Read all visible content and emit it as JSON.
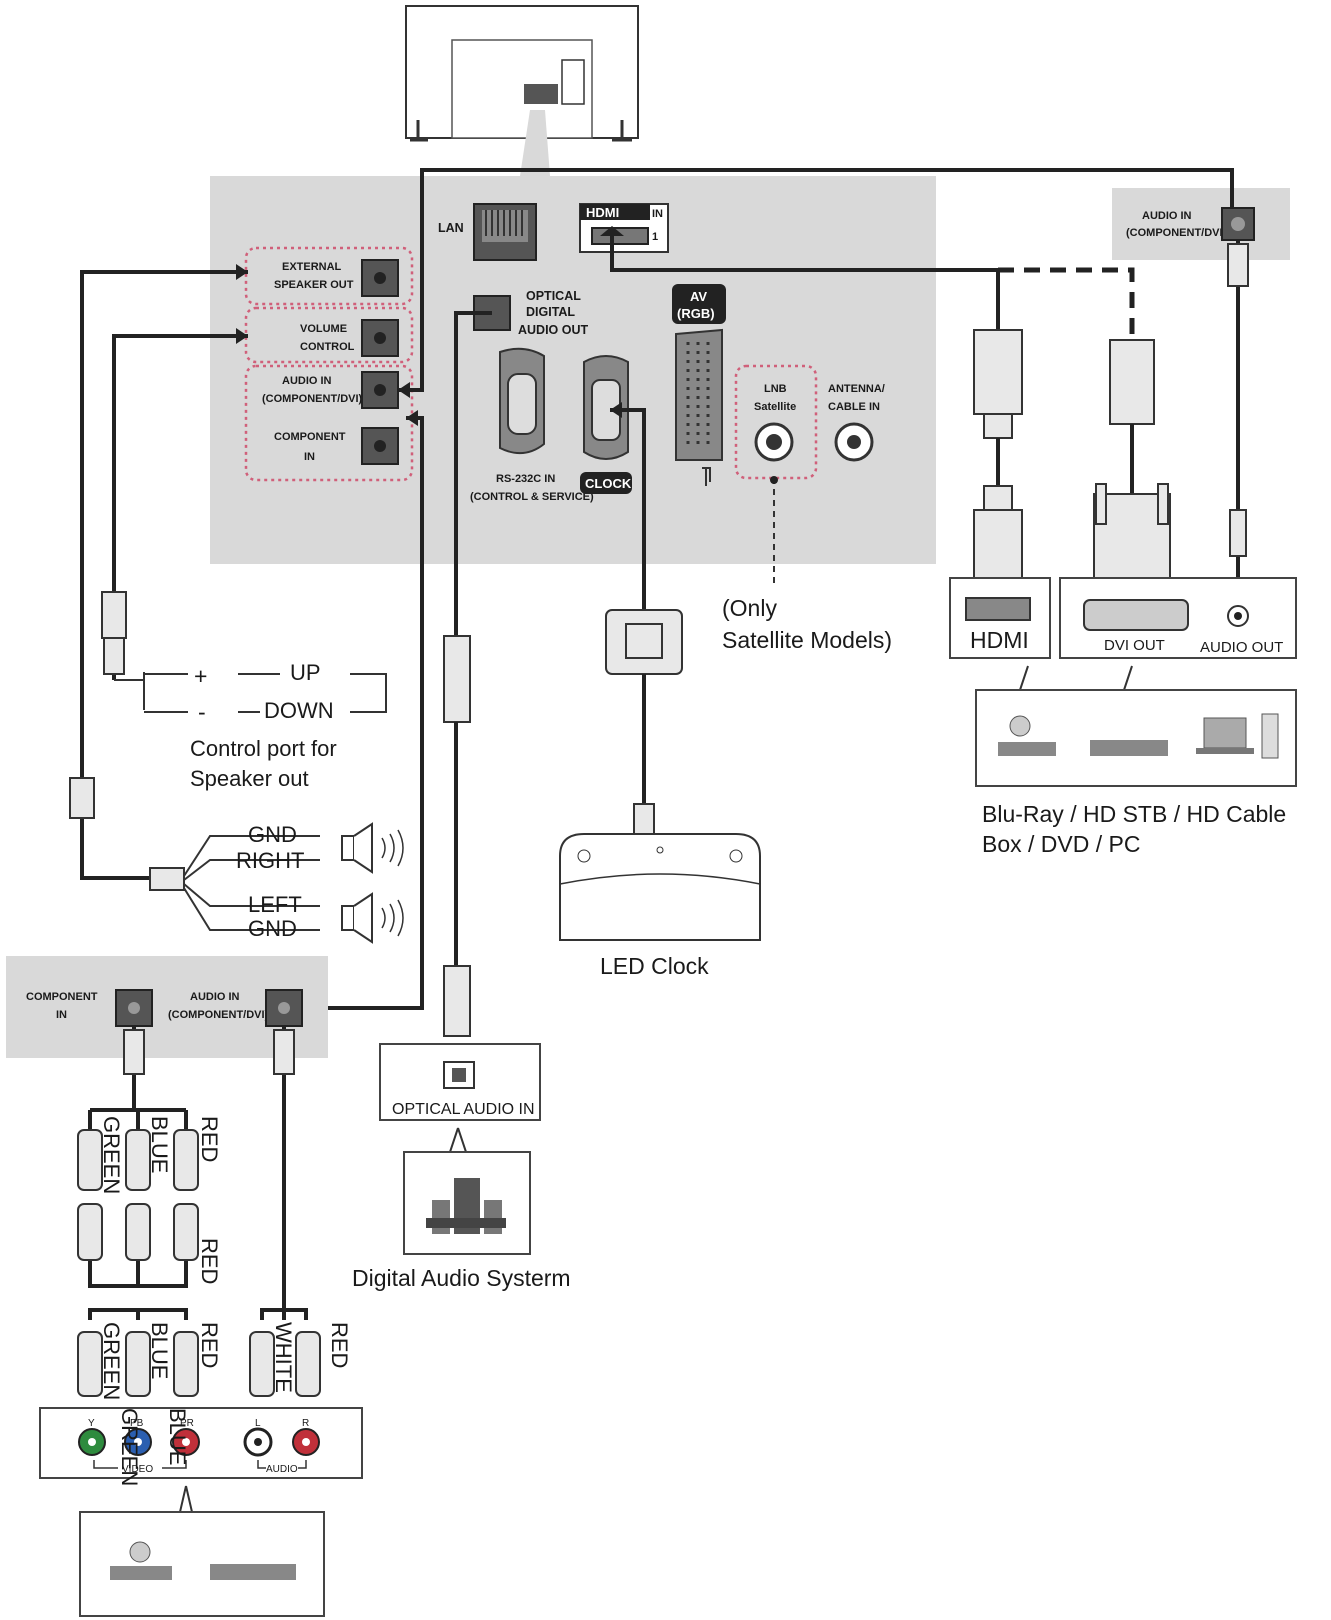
{
  "tv_panel": {
    "lan": "LAN",
    "hdmi_logo": "HDMI",
    "hdmi_in": "IN",
    "hdmi_port_number": "1",
    "optical_out": [
      "OPTICAL",
      "DIGITAL",
      "AUDIO OUT"
    ],
    "av_rgb": [
      "AV",
      "(RGB)"
    ],
    "lnb": [
      "LNB",
      "Satellite"
    ],
    "antenna": [
      "ANTENNA/",
      "CABLE IN"
    ],
    "rs232": [
      "RS-232C IN",
      "(CONTROL & SERVICE)"
    ],
    "clock_port": "CLOCK",
    "external_speaker": [
      "EXTERNAL",
      "SPEAKER OUT"
    ],
    "volume_control": [
      "VOLUME",
      "CONTROL"
    ],
    "audio_in": [
      "AUDIO IN",
      "(COMPONENT/DVI)"
    ],
    "component_in": [
      "COMPONENT",
      "IN"
    ]
  },
  "right_panel": {
    "audio_in": [
      "AUDIO IN",
      "(COMPONENT/DVI)"
    ]
  },
  "satellite_note": [
    "(Only",
    "Satellite Models)"
  ],
  "hdmi_device": {
    "hdmi": "HDMI",
    "dvi_out": "DVI OUT",
    "audio_out": "AUDIO OUT",
    "caption": [
      "Blu-Ray / HD STB / HD Cable",
      "Box / DVD / PC"
    ]
  },
  "speaker_control": {
    "plus": "+",
    "minus": "-",
    "up": "UP",
    "down": "DOWN",
    "caption": [
      "Control port for",
      "Speaker out"
    ]
  },
  "speakers": {
    "gnd_top": "GND",
    "right": "RIGHT",
    "left": "LEFT",
    "gnd_bottom": "GND"
  },
  "led_clock": "LED Clock",
  "optical_device": {
    "port": "OPTICAL AUDIO IN",
    "caption": "Digital Audio Systerm"
  },
  "component_panel": {
    "component_in": [
      "COMPONENT",
      "IN"
    ],
    "audio_in": [
      "AUDIO IN",
      "(COMPONENT/DVI)"
    ]
  },
  "rca": {
    "row1": [
      "GREEN",
      "BLUE",
      "RED"
    ],
    "row2": [
      "RED"
    ],
    "row3": [
      "GREEN",
      "BLUE",
      "RED"
    ],
    "audio": [
      "WHITE",
      "RED"
    ],
    "bottom_overlap": [
      "GREEN",
      "BLUE"
    ]
  },
  "component_device": {
    "y": "Y",
    "pb": "PB",
    "pr": "PR",
    "l": "L",
    "r": "R",
    "video": "VIDEO",
    "audio": "AUDIO"
  },
  "colors": {
    "panel": "#d9d9d9",
    "highlight": "#d0607a",
    "green": "#2e8b3e",
    "blue": "#2b5fb0",
    "red": "#c0303a"
  }
}
